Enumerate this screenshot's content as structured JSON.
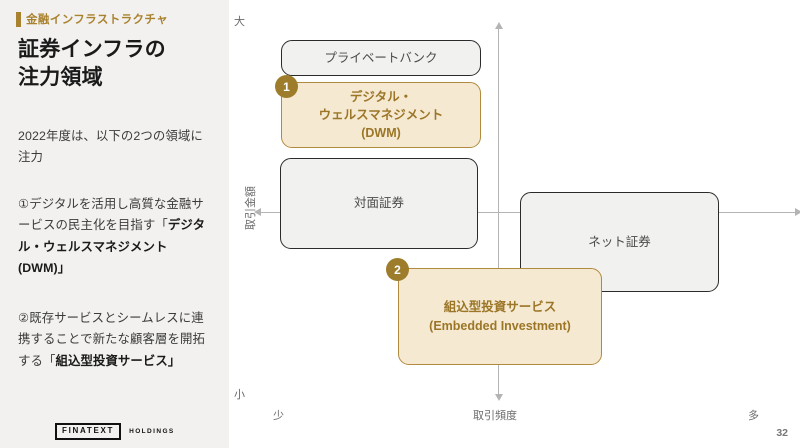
{
  "sidebar": {
    "eyebrow": "金融インフラストラクチャ",
    "title": "証券インフラの\n注力領域",
    "paragraphs": [
      "2022年度は、以下の2つの領域に注力",
      "①デジタルを活用し高質な金融サービスの民主化を目指す「デジタル・ウェルスマネジメント(DWM)」",
      "②既存サービスとシームレスに連携することで新たな顧客層を開拓する「組込型投資サービス」"
    ],
    "paragraph_1_plain": "2022年度は、以下の2つの領域に注力",
    "paragraph_2_lead": "①デジタルを活用し高質な金融サービスの民主化を目指す「",
    "paragraph_2_bold": "デジタル・ウェルスマネジメント(DWM)",
    "paragraph_2_tail": "」",
    "paragraph_3_lead": "②既存サービスとシームレスに連携することで新たな顧客層を開拓する「",
    "paragraph_3_bold": "組込型投資サービス",
    "paragraph_3_tail": "」",
    "logo": {
      "mark": "FINATEXT",
      "sub": "HOLDINGS"
    }
  },
  "chart_data": {
    "type": "scatter",
    "title": "証券インフラの注力領域",
    "xlabel": "取引頻度",
    "ylabel": "取引金額",
    "x_tick_labels": [
      "少",
      "多"
    ],
    "y_tick_labels": [
      "大",
      "小"
    ],
    "grid": false,
    "legend": "none",
    "axis_top_label": "大",
    "axis_bottom_label": "小",
    "axis_x_left_label": "少",
    "axis_x_center_label": "取引頻度",
    "axis_x_right_label": "多",
    "items": [
      {
        "id": "private-bank",
        "label": "プライベートバンク",
        "quadrant": "high-amount / low-frequency",
        "highlighted": false,
        "badge": null
      },
      {
        "id": "dwm",
        "label": "デジタル・\nウェルスマネジメント\n(DWM)",
        "line1": "デジタル・",
        "line2": "ウェルスマネジメント",
        "line3": "(DWM)",
        "quadrant": "high-amount / low-frequency",
        "highlighted": true,
        "badge": "1"
      },
      {
        "id": "taimen-shoken",
        "label": "対面証券",
        "quadrant": "high-amount / low-frequency",
        "highlighted": false,
        "badge": null
      },
      {
        "id": "net-shoken",
        "label": "ネット証券",
        "quadrant": "mid-amount / high-frequency",
        "highlighted": false,
        "badge": null
      },
      {
        "id": "embedded-investment",
        "label": "組込型投資サービス\n(Embedded Investment)",
        "line1": "組込型投資サービス",
        "line2": "(Embedded Investment)",
        "quadrant": "low-amount / high-frequency",
        "highlighted": true,
        "badge": "2"
      }
    ],
    "colors": {
      "accent": "#a9822f",
      "highlight_fill": "#f6e9d2",
      "highlight_border": "#b08a3e",
      "highlight_text": "#9b7627",
      "neutral_fill": "#f1f1ef",
      "neutral_border": "#2b2b2b",
      "axis": "#b4b4b4",
      "sidebar_bg": "#f2f1ef"
    }
  },
  "footer": {
    "page_number": "32"
  }
}
